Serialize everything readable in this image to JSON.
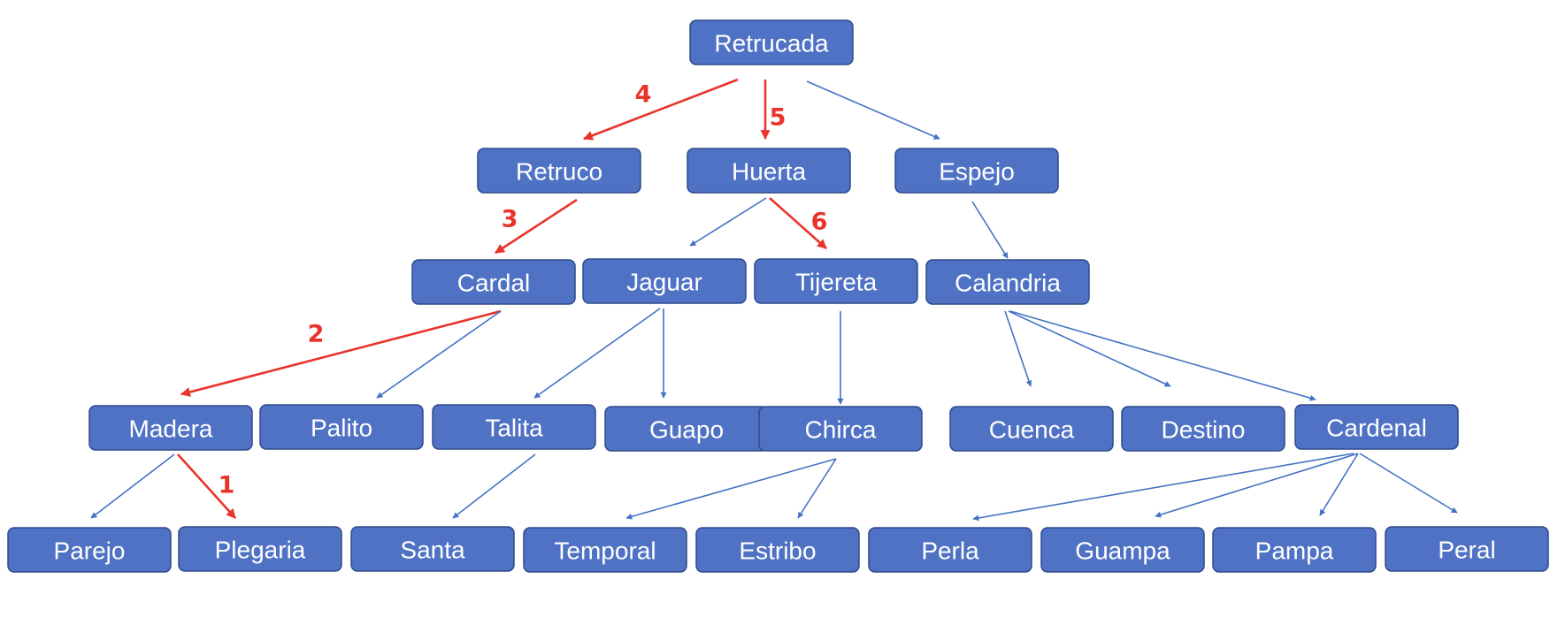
{
  "colors": {
    "node_fill": "#4F72C4",
    "node_border": "#2F4B8A",
    "node_text": "#FFFFFF",
    "edge": "#4472C4",
    "path_edge": "#E8342A"
  },
  "nodes": [
    {
      "id": "retrucada",
      "label": "Retrucada"
    },
    {
      "id": "retruco",
      "label": "Retruco"
    },
    {
      "id": "huerta",
      "label": "Huerta"
    },
    {
      "id": "espejo",
      "label": "Espejo"
    },
    {
      "id": "cardal",
      "label": "Cardal"
    },
    {
      "id": "jaguar",
      "label": "Jaguar"
    },
    {
      "id": "tijereta",
      "label": "Tijereta"
    },
    {
      "id": "calandria",
      "label": "Calandria"
    },
    {
      "id": "madera",
      "label": "Madera"
    },
    {
      "id": "palito",
      "label": "Palito"
    },
    {
      "id": "talita",
      "label": "Talita"
    },
    {
      "id": "guapo",
      "label": "Guapo"
    },
    {
      "id": "chirca",
      "label": "Chirca"
    },
    {
      "id": "cuenca",
      "label": "Cuenca"
    },
    {
      "id": "destino",
      "label": "Destino"
    },
    {
      "id": "cardenal",
      "label": "Cardenal"
    },
    {
      "id": "parejo",
      "label": "Parejo"
    },
    {
      "id": "plegaria",
      "label": "Plegaria"
    },
    {
      "id": "santa",
      "label": "Santa"
    },
    {
      "id": "temporal",
      "label": "Temporal"
    },
    {
      "id": "estribo",
      "label": "Estribo"
    },
    {
      "id": "perla",
      "label": "Perla"
    },
    {
      "id": "guampa",
      "label": "Guampa"
    },
    {
      "id": "pampa",
      "label": "Pampa"
    },
    {
      "id": "peral",
      "label": "Peral"
    }
  ],
  "edges": [
    {
      "from": "retrucada",
      "to": "retruco",
      "step": "4"
    },
    {
      "from": "retrucada",
      "to": "huerta",
      "step": "5"
    },
    {
      "from": "retrucada",
      "to": "espejo",
      "step": null
    },
    {
      "from": "retruco",
      "to": "cardal",
      "step": "3"
    },
    {
      "from": "huerta",
      "to": "jaguar",
      "step": null
    },
    {
      "from": "huerta",
      "to": "tijereta",
      "step": "6"
    },
    {
      "from": "espejo",
      "to": "calandria",
      "step": null
    },
    {
      "from": "cardal",
      "to": "madera",
      "step": "2"
    },
    {
      "from": "cardal",
      "to": "palito",
      "step": null
    },
    {
      "from": "jaguar",
      "to": "talita",
      "step": null
    },
    {
      "from": "jaguar",
      "to": "guapo",
      "step": null
    },
    {
      "from": "tijereta",
      "to": "chirca",
      "step": null
    },
    {
      "from": "calandria",
      "to": "cuenca",
      "step": null
    },
    {
      "from": "calandria",
      "to": "destino",
      "step": null
    },
    {
      "from": "calandria",
      "to": "cardenal",
      "step": null
    },
    {
      "from": "madera",
      "to": "parejo",
      "step": null
    },
    {
      "from": "madera",
      "to": "plegaria",
      "step": "1"
    },
    {
      "from": "talita",
      "to": "santa",
      "step": null
    },
    {
      "from": "chirca",
      "to": "temporal",
      "step": null
    },
    {
      "from": "chirca",
      "to": "estribo",
      "step": null
    },
    {
      "from": "cardenal",
      "to": "perla",
      "step": null
    },
    {
      "from": "cardenal",
      "to": "guampa",
      "step": null
    },
    {
      "from": "cardenal",
      "to": "pampa",
      "step": null
    },
    {
      "from": "cardenal",
      "to": "peral",
      "step": null
    }
  ]
}
